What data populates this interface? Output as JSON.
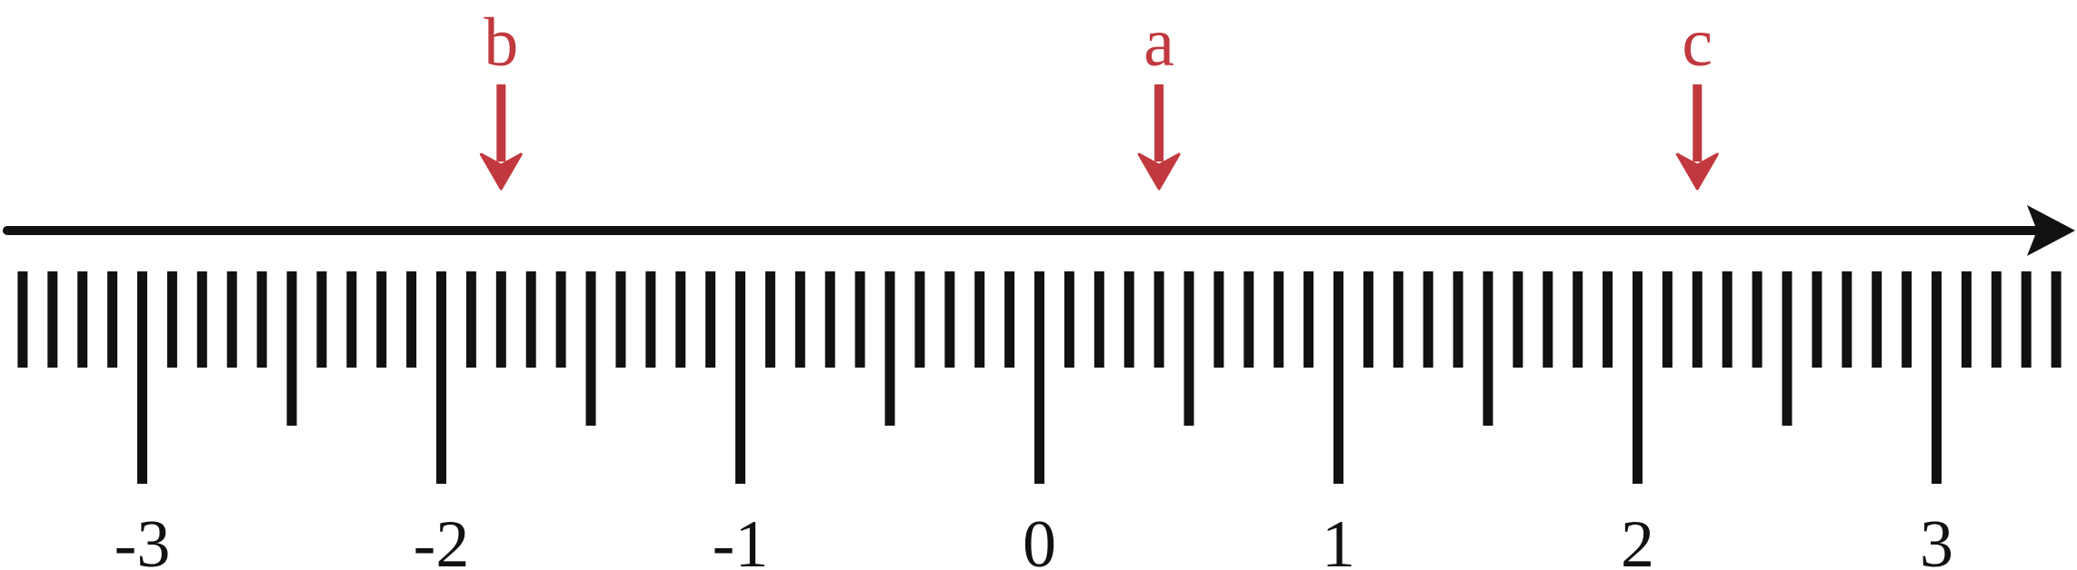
{
  "number_line": {
    "min": -3.4,
    "max": 3.6,
    "minor_step": 0.1,
    "major_labels": [
      "-3",
      "-2",
      "-1",
      "0",
      "1",
      "2",
      "3"
    ],
    "major_values": [
      -3,
      -2,
      -1,
      0,
      1,
      2,
      3
    ],
    "half_values": [
      -2.5,
      -1.5,
      -0.5,
      0.5,
      1.5,
      2.5
    ],
    "axis_color": "#111111",
    "tick_color": "#111111"
  },
  "markers": [
    {
      "label": "b",
      "value": -1.8
    },
    {
      "label": "a",
      "value": 0.4
    },
    {
      "label": "c",
      "value": 2.2
    }
  ],
  "marker_color": "#c1393e"
}
